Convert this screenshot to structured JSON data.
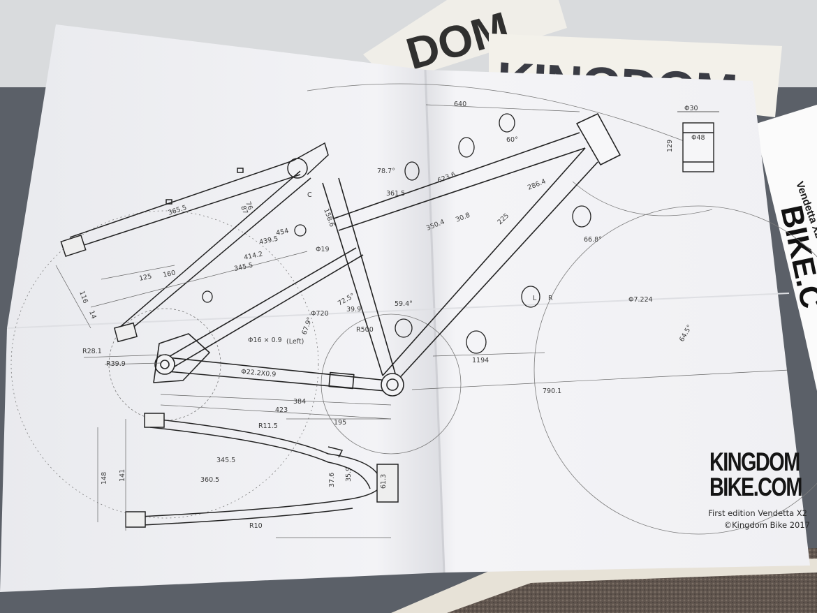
{
  "drawing": {
    "brand_line1": "KINGDOM",
    "brand_line2": "BIKE.COM",
    "edition_text": "First edition Vendetta X2",
    "copyright_text": "©Kingdom Bike 2017",
    "dimensions": [
      "640",
      "365.5",
      "76",
      "87",
      "125",
      "160",
      "345.5",
      "414.2",
      "439.5",
      "454",
      "14",
      "116",
      "78.7°",
      "C",
      "158.6",
      "361.5",
      "623.6",
      "286.4",
      "350.4",
      "30.8",
      "225",
      "66.8°",
      "59.4°",
      "39.9",
      "R500",
      "67.9°",
      "72.5°",
      "Φ19",
      "Φ720",
      "R28.1",
      "R39.9",
      "Φ22.2X0.9",
      "384",
      "423",
      "195",
      "R11.5",
      "345.5",
      "360.5",
      "148",
      "141",
      "37.6",
      "35.9",
      "R10",
      "61.3",
      "790.1",
      "1194",
      "64.5°",
      "(Left)",
      "Φ16 × 0.9",
      "Φ30",
      "Φ48",
      "129",
      "L",
      "R",
      "60°",
      "Φ7.224"
    ]
  },
  "background": {
    "sticker_partial_text": "KINGDOM",
    "side_sheet_text": "Vendetta X2"
  },
  "colors": {
    "paper": "#f4f4f6",
    "ink": "#2b2b2b",
    "table": "#5b6068",
    "carpet": "#6a5d55"
  }
}
